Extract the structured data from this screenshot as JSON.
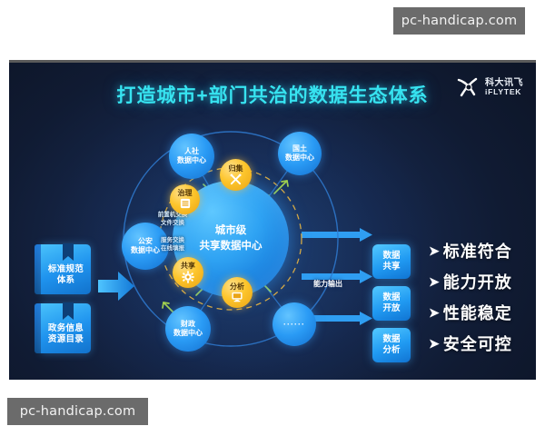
{
  "watermark": {
    "top": "pc-handicap.com",
    "bottom": "pc-handicap.com"
  },
  "slide": {
    "title": "打造城市+部门共治的数据生态体系",
    "brand": {
      "cn": "科大讯飞",
      "en": "iFLYTEK",
      "mark_icon": "iflytek-x-mark-icon"
    },
    "accent_cyan": "#37e3f0",
    "accent_blue": "#2a9bf5",
    "accent_orange": "#fdc52c",
    "background": "#101b33"
  },
  "inputs": {
    "books": [
      {
        "label": "标准规范\n体系",
        "line1": "标准规范",
        "line2": "体系",
        "icon": "book-icon"
      },
      {
        "label": "政务信息\n资源目录",
        "line1": "政务信息",
        "line2": "资源目录",
        "icon": "book-icon"
      }
    ],
    "arrow_icon": "right-arrow-icon"
  },
  "network": {
    "center": {
      "line1": "城市级",
      "line2": "共享数据中心"
    },
    "peripheral_nodes": [
      {
        "id": "rs",
        "line1": "人社",
        "line2": "数据中心"
      },
      {
        "id": "gt",
        "line1": "国土",
        "line2": "数据中心"
      },
      {
        "id": "ga",
        "line1": "公安",
        "line2": "数据中心"
      },
      {
        "id": "cz",
        "line1": "财政",
        "line2": "数据中心"
      },
      {
        "id": "more",
        "line1": "······",
        "line2": ""
      }
    ],
    "function_nodes": [
      {
        "id": "gj",
        "label": "归集",
        "icon": "tools-cross-icon"
      },
      {
        "id": "zl",
        "label": "治理",
        "icon": "database-icon"
      },
      {
        "id": "gx",
        "label": "共享",
        "icon": "gear-icon"
      },
      {
        "id": "fx",
        "label": "分析",
        "icon": "monitor-icon"
      }
    ],
    "exchange_labels": [
      {
        "line1": "前置机交换",
        "line2": "文件交换"
      },
      {
        "line1": "服务交换",
        "line2": "在线填报"
      }
    ]
  },
  "output": {
    "capability_label": "能力输出",
    "arrow_icon": "right-arrow-icon",
    "boxes": [
      {
        "line1": "数据",
        "line2": "共享"
      },
      {
        "line1": "数据",
        "line2": "开放"
      },
      {
        "line1": "数据",
        "line2": "分析"
      }
    ]
  },
  "benefits": {
    "bullet_icon": "chevron-right-icon",
    "items": [
      {
        "text": "标准符合"
      },
      {
        "text": "能力开放"
      },
      {
        "text": "性能稳定"
      },
      {
        "text": "安全可控"
      }
    ]
  }
}
